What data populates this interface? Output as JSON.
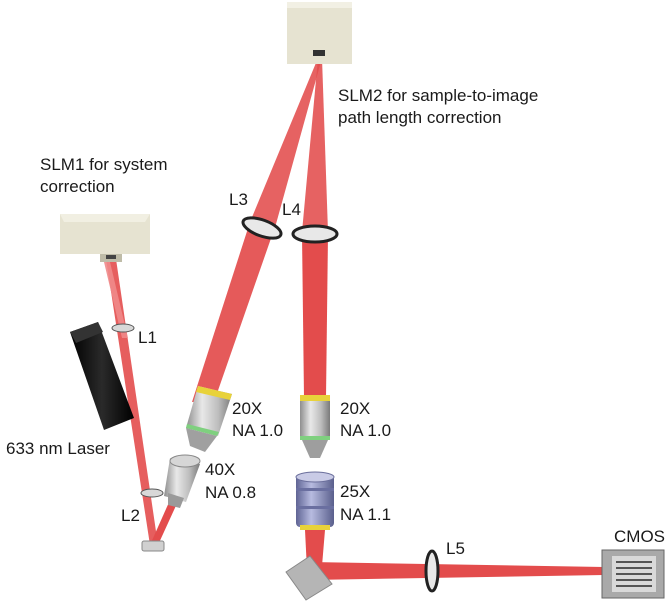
{
  "labels": {
    "slm1_line1": "SLM1 for system",
    "slm1_line2": "correction",
    "slm2_line1": "SLM2 for sample-to-image",
    "slm2_line2": "path length correction",
    "laser": "633 nm Laser",
    "l1": "L1",
    "l2": "L2",
    "l3": "L3",
    "l4": "L4",
    "l5": "L5",
    "obj_left_20x_mag": "20X",
    "obj_left_20x_na": "NA 1.0",
    "obj_40x_mag": "40X",
    "obj_40x_na": "NA 0.8",
    "obj_right_20x_mag": "20X",
    "obj_right_20x_na": "NA 1.0",
    "obj_25x_mag": "25X",
    "obj_25x_na": "NA 1.1",
    "cmos": "CMOS"
  },
  "colors": {
    "beam": "#e34c4c",
    "beam_light": "#f08a8a",
    "slm_box": "#e6e3d1",
    "laser_body": "#111111",
    "objective_silver": "#c9c9c9",
    "objective_blue": "#8a8fbf",
    "accent_yellow": "#e8d23a",
    "accent_green": "#7fd07f"
  }
}
